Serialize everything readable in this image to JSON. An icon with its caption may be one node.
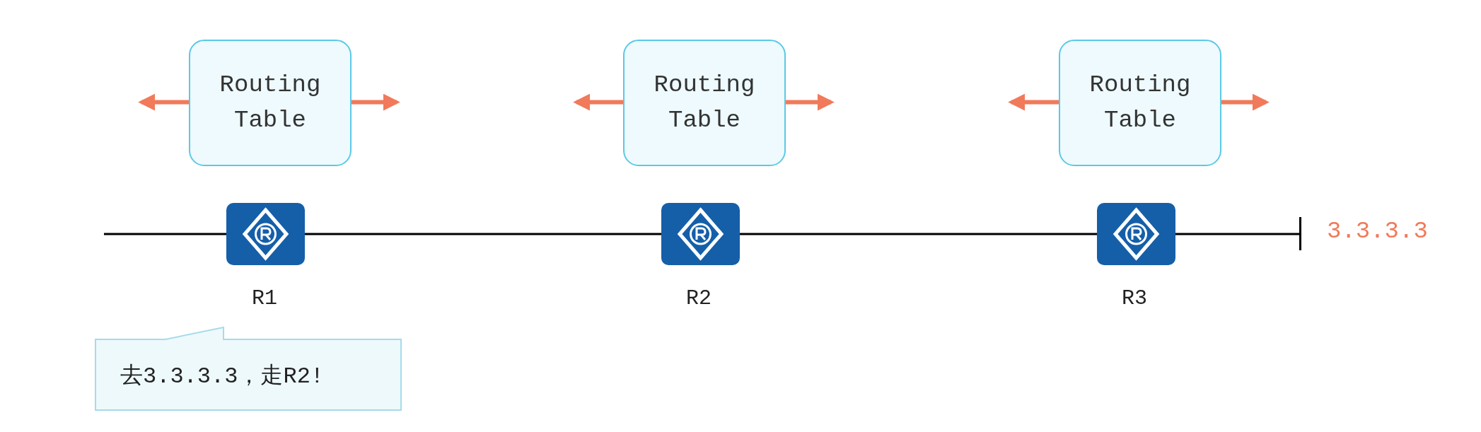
{
  "diagram": {
    "nodes": [
      {
        "text": [
          "Routing Table"
        ]
      },
      {
        "text": [
          "Routing Table"
        ]
      },
      {
        "text": [
          "Routing Table"
        ]
      },
      {
        "text": [],
        "shape": "picture",
        "beside": [
          "R1"
        ]
      },
      {
        "text": [],
        "shape": "picture",
        "beside": [
          "R2"
        ]
      },
      {
        "text": [],
        "shape": "picture",
        "beside": [
          "R3"
        ]
      },
      {
        "text": [],
        "shape": "bar",
        "beside": [
          "3.3.3.3"
        ]
      },
      {
        "text": [
          "去3.3.3.3，走R2!"
        ]
      }
    ],
    "edges": [
      {
        "from": 0,
        "to": null,
        "arrow": "to"
      },
      {
        "from": 0,
        "to": null,
        "arrow": "to"
      },
      {
        "from": 1,
        "to": null,
        "arrow": "to"
      },
      {
        "from": 1,
        "to": null,
        "arrow": "to"
      },
      {
        "from": 2,
        "to": null,
        "arrow": "to"
      },
      {
        "from": 2,
        "to": null,
        "arrow": "to"
      },
      {
        "from": null,
        "to": 3,
        "arrow": "none",
        "color": "#000000"
      },
      {
        "from": 3,
        "to": 4,
        "arrow": "none",
        "color": "#000000"
      },
      {
        "from": 4,
        "to": 5,
        "arrow": "none",
        "color": "#000000"
      },
      {
        "from": 5,
        "to": 6,
        "arrow": "none",
        "color": "#000000"
      }
    ]
  }
}
